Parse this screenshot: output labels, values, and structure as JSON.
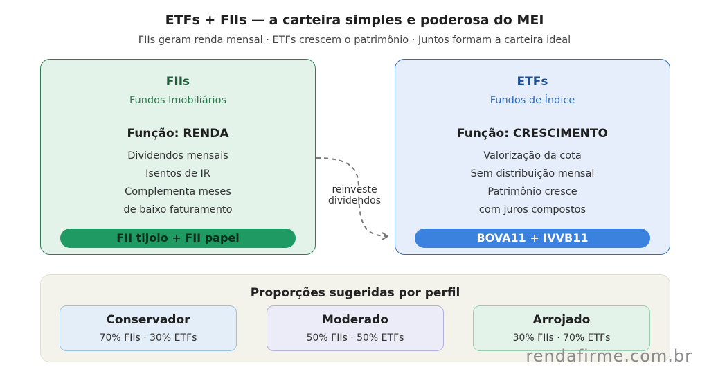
{
  "title": "ETFs + FIIs — a carteira simples e poderosa do MEI",
  "subtitle": "FIIs geram renda mensal · ETFs crescem o patrimônio · Juntos formam a carteira ideal",
  "fii": {
    "name": "FIIs",
    "subtitle": "Fundos Imobiliários",
    "function": "Função: RENDA",
    "lines": [
      "Dividendos mensais",
      "Isentos de IR",
      "Complementa meses",
      "de baixo faturamento"
    ],
    "pill": "FII tijolo + FII papel",
    "color": "#1f9a62"
  },
  "etf": {
    "name": "ETFs",
    "subtitle": "Fundos de Índice",
    "function": "Função: CRESCIMENTO",
    "lines": [
      "Valorização da cota",
      "Sem distribuição mensal",
      "Patrimônio cresce",
      "com juros compostos"
    ],
    "pill": "BOVA11 + IVVB11",
    "color": "#3a82de"
  },
  "connector": {
    "line1": "reinveste",
    "line2": "dividendos"
  },
  "profiles": {
    "title": "Proporções sugeridas por perfil",
    "items": [
      {
        "name": "Conservador",
        "value": "70% FIIs · 30% ETFs"
      },
      {
        "name": "Moderado",
        "value": "50% FIIs · 50% ETFs"
      },
      {
        "name": "Arrojado",
        "value": "30% FIIs · 70% ETFs"
      }
    ]
  },
  "watermark": "rendafirme.com.br"
}
